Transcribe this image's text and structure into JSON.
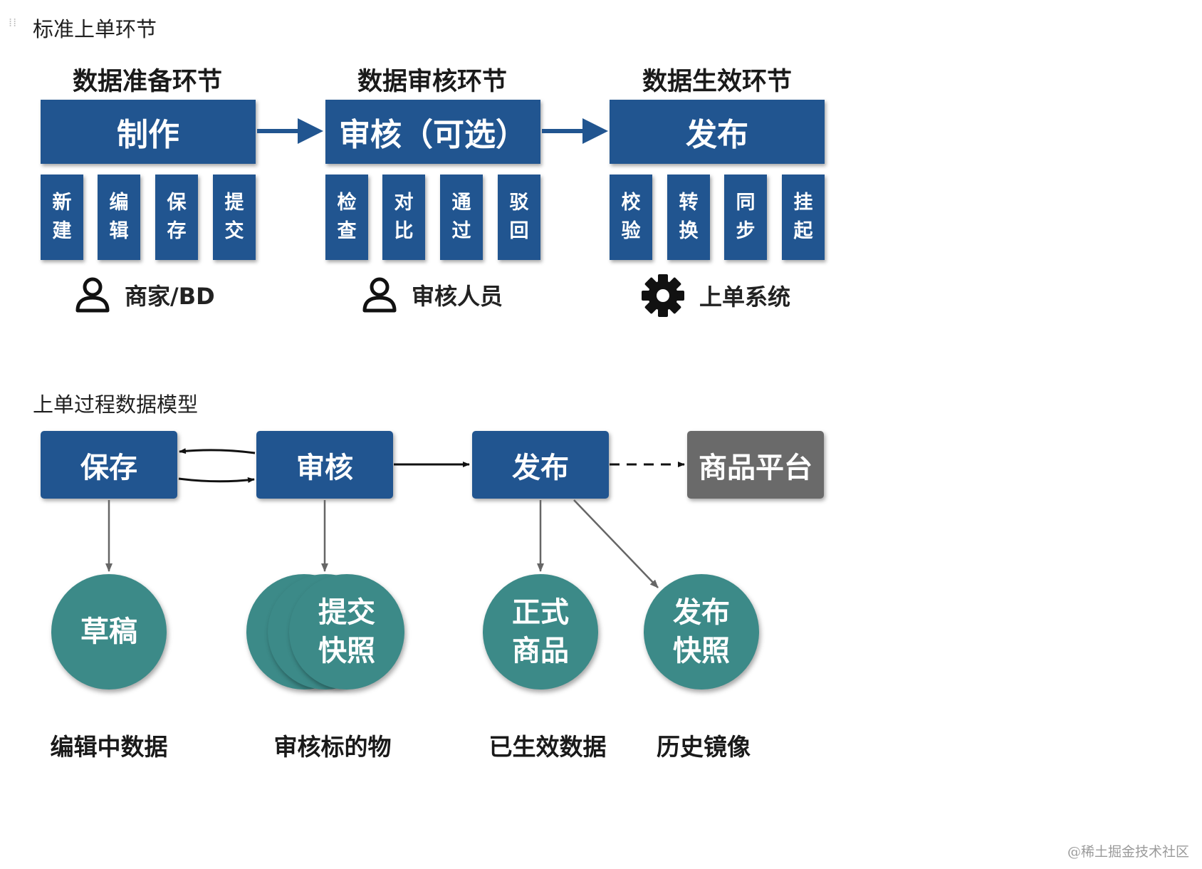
{
  "section1": {
    "title": "标准上单环节"
  },
  "stages": [
    {
      "title": "数据准备环节",
      "box": "制作",
      "subs": [
        "新建",
        "编辑",
        "保存",
        "提交"
      ],
      "role_icon": "person-icon",
      "role": "商家/BD"
    },
    {
      "title": "数据审核环节",
      "box": "审核（可选）",
      "subs": [
        "检查",
        "对比",
        "通过",
        "驳回"
      ],
      "role_icon": "person-icon",
      "role": "审核人员"
    },
    {
      "title": "数据生效环节",
      "box": "发布",
      "subs": [
        "校验",
        "转换",
        "同步",
        "挂起"
      ],
      "role_icon": "gear-icon",
      "role": "上单系统"
    }
  ],
  "section2": {
    "title": "上单过程数据模型"
  },
  "model": {
    "nodes": [
      "保存",
      "审核",
      "发布",
      "商品平台"
    ],
    "circles": [
      "草稿",
      "提交快照",
      "正式商品",
      "发布快照"
    ],
    "captions": [
      "编辑中数据",
      "审核标的物",
      "已生效数据",
      "历史镜像"
    ]
  },
  "colors": {
    "primary": "#215590",
    "teal": "#3c8a88",
    "platform": "#6a6a6a"
  },
  "watermark": "@稀土掘金技术社区"
}
